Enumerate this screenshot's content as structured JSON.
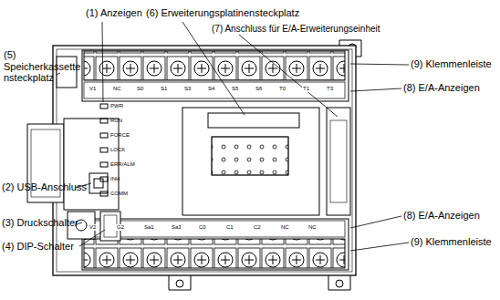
{
  "diagram": {
    "labels": [
      "(1) Anzeigen",
      "(6) Erweiterungsplatinensteckplatz",
      "(7) Anschluss für E/A-Erweiterungseinheit",
      "(9) Klemmenleiste",
      "(8) E/A-Anzeigen",
      "(5) Speicherkassette nsteckplatz",
      "(2) USB-Anschluss",
      "(3) Druckschalter",
      "(4) DIP-Schalter",
      "(8) E/A-Anzeigen",
      "(9) Klemmenleiste",
      "V1",
      "NC",
      "S0",
      "S1",
      "S3",
      "S4",
      "S5",
      "S6",
      "T0",
      "T1",
      "T3",
      "V2",
      "G2",
      "Sa1",
      "Sa3",
      "C0",
      "C1",
      "C2",
      "NC",
      "NC",
      "PWR",
      "RUN",
      "FORCE",
      "LOCK",
      "ERR/ALM",
      "INH",
      "COMM"
    ]
  }
}
